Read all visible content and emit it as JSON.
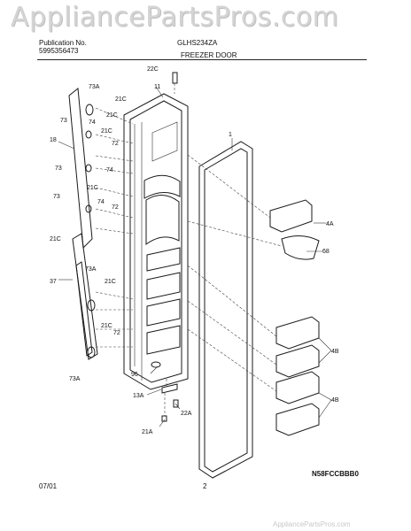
{
  "watermark": "AppliancePartsPros.com",
  "watermark_bottom": "AppliancePartsPros.com",
  "header": {
    "publication_label": "Publication No.",
    "publication_number": "5995356473",
    "model": "GLHS234ZA",
    "section": "FREEZER DOOR"
  },
  "callouts": {
    "c22c": "22C",
    "c11": "11",
    "c21c_top": "21C",
    "c73a_top": "73A",
    "c21c_a": "21C",
    "c73_a": "73",
    "c74_a": "74",
    "c21c_b": "21C",
    "c18": "18",
    "c72_a": "72",
    "c73_b": "73",
    "c74_b": "74",
    "c21c_c": "21C",
    "c73_c": "73",
    "c74_c": "74",
    "c72_b": "72",
    "c21c_d": "21C",
    "c1": "1",
    "c4a": "4A",
    "c68": "68",
    "c73a_mid": "73A",
    "c37": "37",
    "c21c_e": "21C",
    "c21c_f": "21C",
    "c72_c": "72",
    "c4b_a": "4B",
    "c4b_b": "4B",
    "c73a_bot": "73A",
    "c96": "96",
    "c13a": "13A",
    "c22a": "22A",
    "c21a": "21A"
  },
  "diagram_code": "N58FCCBBB0",
  "footer": {
    "date": "07/01",
    "page": "2"
  }
}
